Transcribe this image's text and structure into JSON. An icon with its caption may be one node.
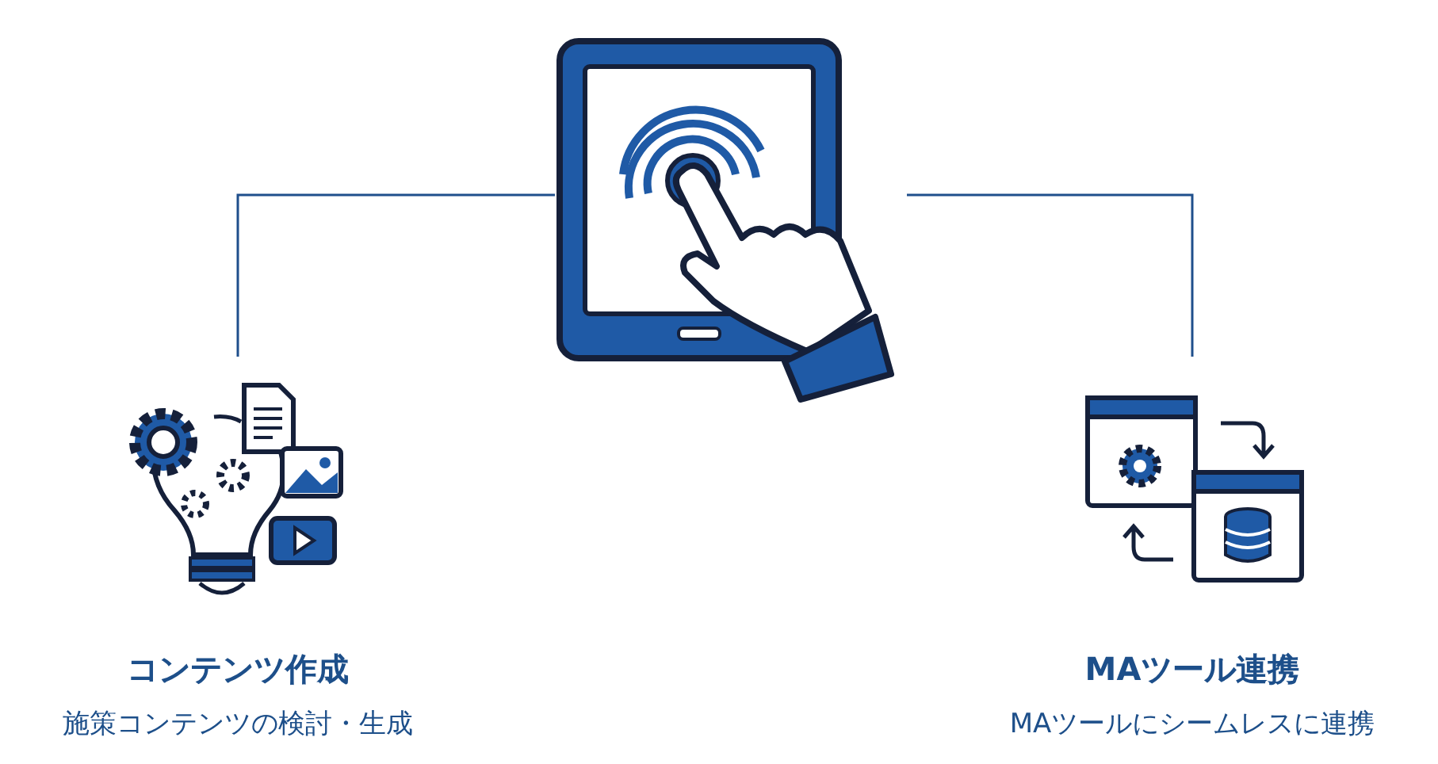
{
  "diagram": {
    "nodes": [
      {
        "text": [],
        "shape": "picture"
      },
      {
        "text": [
          "コンテンツ作成",
          "施策コンテンツの検討・生成"
        ]
      },
      {
        "text": [
          "MAツール連携",
          "MAツールにシームレスに連携"
        ]
      }
    ],
    "edges": [
      {
        "from": 0,
        "to": 1,
        "arrow": "none"
      },
      {
        "from": 0,
        "to": 2,
        "arrow": "none"
      }
    ]
  }
}
